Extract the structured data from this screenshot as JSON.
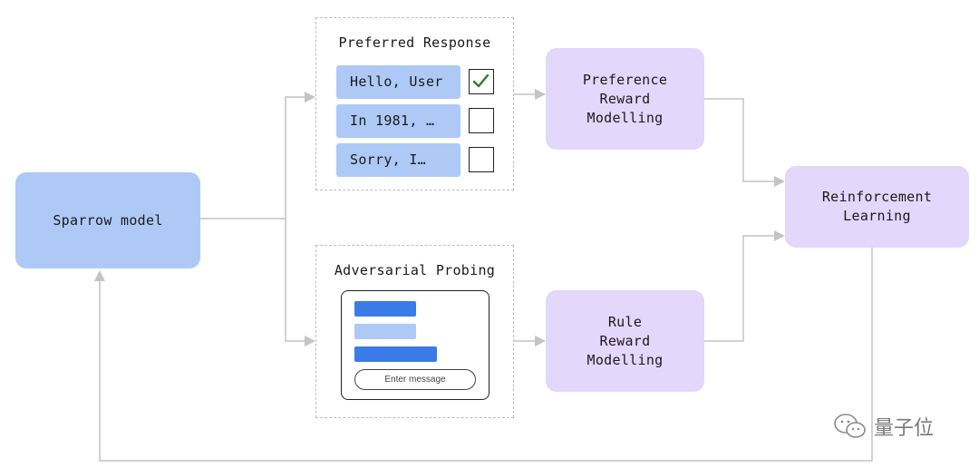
{
  "diagram": {
    "sparrow_model": {
      "label": "Sparrow model"
    },
    "preferred_response": {
      "title": "Preferred Response",
      "responses": [
        {
          "text": "Hello, User",
          "checked": true
        },
        {
          "text": "In 1981, …",
          "checked": false
        },
        {
          "text": "Sorry, I…",
          "checked": false
        }
      ]
    },
    "adversarial_probing": {
      "title": "Adversarial Probing",
      "message_placeholder": "Enter message"
    },
    "preference_reward_modelling": {
      "label": "Preference\nReward\nModelling"
    },
    "rule_reward_modelling": {
      "label": "Rule\nReward\nModelling"
    },
    "reinforcement_learning": {
      "label": "Reinforcement\nLearning"
    },
    "colors": {
      "model_blue": "#aec9f6",
      "reward_purple": "#e3d7fb",
      "chat_bar_dark": "#3a7be8",
      "chat_bar_light": "#aec9f6",
      "arrow_gray": "#c4c4c4",
      "check_green": "#2e7d32"
    }
  },
  "watermark": {
    "text": "量子位",
    "icon": "wechat-icon"
  }
}
